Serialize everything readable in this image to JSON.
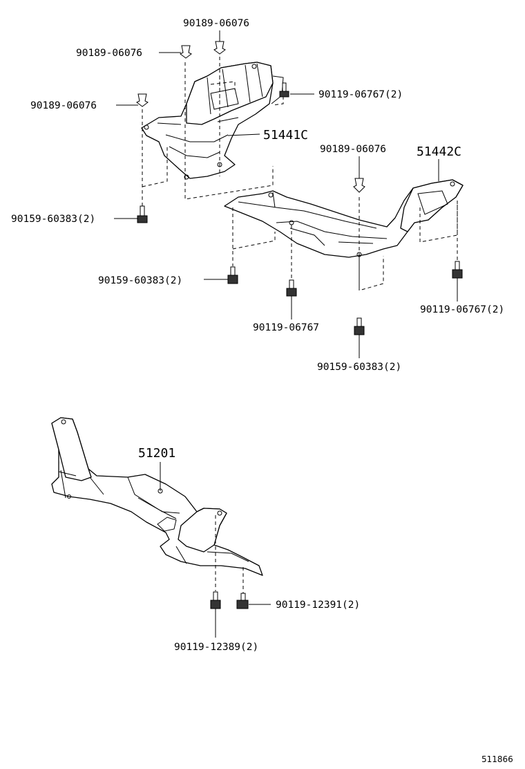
{
  "labels": {
    "top_clip_1": "90189-06076",
    "left_clip_1": "90189-06076",
    "left_clip_2": "90189-06076",
    "bolt_right_top": "90119-06767(2)",
    "part_51441c": "51441C",
    "clip_mid": "90189-06076",
    "part_51442c": "51442C",
    "bolt_left_mid": "90159-60383(2)",
    "bolt_center_mid": "90159-60383(2)",
    "bolt_center_low": "90119-06767",
    "bolt_right_mid": "90119-06767(2)",
    "bolt_bottom_mid": "90159-60383(2)",
    "part_51201": "51201",
    "bolt_frame_right": "90119-12391(2)",
    "bolt_frame_bottom": "90119-12389(2)",
    "diagram_number": "511866"
  },
  "icons": {
    "clip": "push-clip-icon",
    "bolt": "flange-bolt-icon",
    "screw": "tapping-screw-icon"
  },
  "colors": {
    "line": "#000000",
    "background": "#ffffff"
  }
}
